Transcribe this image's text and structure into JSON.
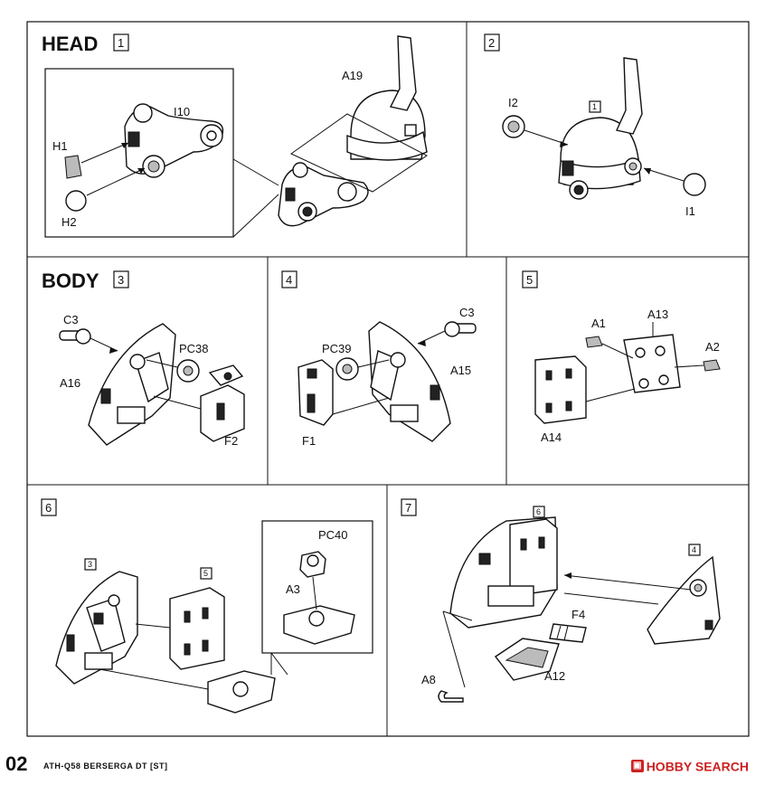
{
  "sections": {
    "head": {
      "title": "HEAD",
      "step": "1"
    },
    "step2": {
      "step": "2"
    },
    "body": {
      "title": "BODY",
      "step": "3"
    },
    "step4": {
      "step": "4"
    },
    "step5": {
      "step": "5"
    },
    "step6": {
      "step": "6"
    },
    "step7": {
      "step": "7"
    }
  },
  "parts": {
    "a19": "A19",
    "i10": "I10",
    "h1": "H1",
    "h2": "H2",
    "i2": "I2",
    "i1": "I1",
    "ref1": "1",
    "c3a": "C3",
    "pc38": "PC38",
    "a16": "A16",
    "f2": "F2",
    "c3b": "C3",
    "pc39": "PC39",
    "a15": "A15",
    "f1": "F1",
    "a1": "A1",
    "a13": "A13",
    "a2": "A2",
    "a14": "A14",
    "ref3": "3",
    "ref5": "5",
    "pc40": "PC40",
    "a3": "A3",
    "ref6": "6",
    "ref4": "4",
    "f4": "F4",
    "a8": "A8",
    "a12": "A12"
  },
  "footer": {
    "page": "02",
    "model": "ATH-Q58 BERSERGA DT [ST]",
    "brand": "HOBBY SEARCH"
  }
}
